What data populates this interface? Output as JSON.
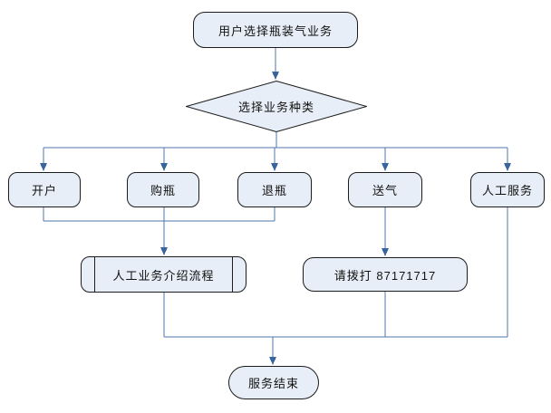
{
  "flowchart": {
    "nodes": {
      "start": {
        "label": "用户选择瓶装气业务",
        "shape": "rounded-rectangle"
      },
      "decision": {
        "label": "选择业务种类",
        "shape": "diamond"
      },
      "open_account": {
        "label": "开户",
        "shape": "rounded-rectangle"
      },
      "buy_bottle": {
        "label": "购瓶",
        "shape": "rounded-rectangle"
      },
      "return_bottle": {
        "label": "退瓶",
        "shape": "rounded-rectangle"
      },
      "deliver_gas": {
        "label": "送气",
        "shape": "rounded-rectangle"
      },
      "manual_service": {
        "label": "人工服务",
        "shape": "rounded-rectangle"
      },
      "manual_intro": {
        "label": "人工业务介绍流程",
        "shape": "predefined-process"
      },
      "call_number": {
        "label": "请拨打 87171717",
        "shape": "rounded-rectangle"
      },
      "end": {
        "label": "服务结束",
        "shape": "terminator"
      }
    },
    "edges": [
      {
        "from": "start",
        "to": "decision"
      },
      {
        "from": "decision",
        "to": "open_account"
      },
      {
        "from": "decision",
        "to": "buy_bottle"
      },
      {
        "from": "decision",
        "to": "return_bottle"
      },
      {
        "from": "decision",
        "to": "deliver_gas"
      },
      {
        "from": "decision",
        "to": "manual_service"
      },
      {
        "from": "open_account",
        "to": "manual_intro"
      },
      {
        "from": "buy_bottle",
        "to": "manual_intro"
      },
      {
        "from": "return_bottle",
        "to": "manual_intro"
      },
      {
        "from": "deliver_gas",
        "to": "call_number"
      },
      {
        "from": "manual_intro",
        "to": "end"
      },
      {
        "from": "call_number",
        "to": "end"
      },
      {
        "from": "manual_service",
        "to": "end"
      }
    ],
    "colors": {
      "node_fill": "#e7eef7",
      "node_border": "#1c1c1c",
      "connector": "#4f7aa9",
      "arrowhead": "#39659f",
      "text": "#111111",
      "background": "#ffffff"
    }
  }
}
